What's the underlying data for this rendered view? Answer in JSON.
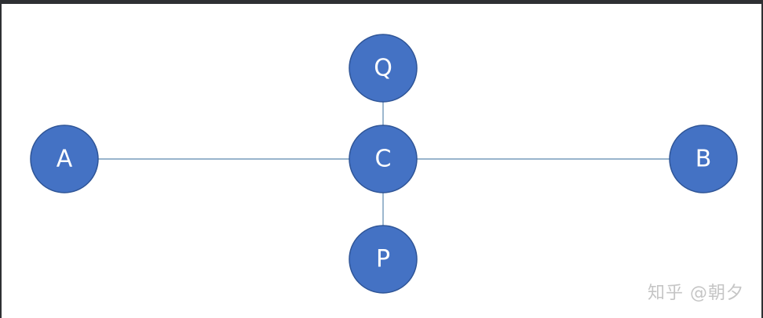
{
  "diagram": {
    "nodes": [
      {
        "id": "A",
        "label": "A"
      },
      {
        "id": "C",
        "label": "C"
      },
      {
        "id": "B",
        "label": "B"
      },
      {
        "id": "Q",
        "label": "Q"
      },
      {
        "id": "P",
        "label": "P"
      }
    ],
    "edges": [
      {
        "from": "A",
        "to": "C"
      },
      {
        "from": "C",
        "to": "B"
      },
      {
        "from": "Q",
        "to": "C"
      },
      {
        "from": "C",
        "to": "P"
      }
    ]
  },
  "colors": {
    "node_fill": "#4472c4",
    "node_stroke": "#2f5597",
    "edge": "#5b87ad",
    "background": "#ffffff"
  },
  "watermark": "知乎 @朝夕"
}
